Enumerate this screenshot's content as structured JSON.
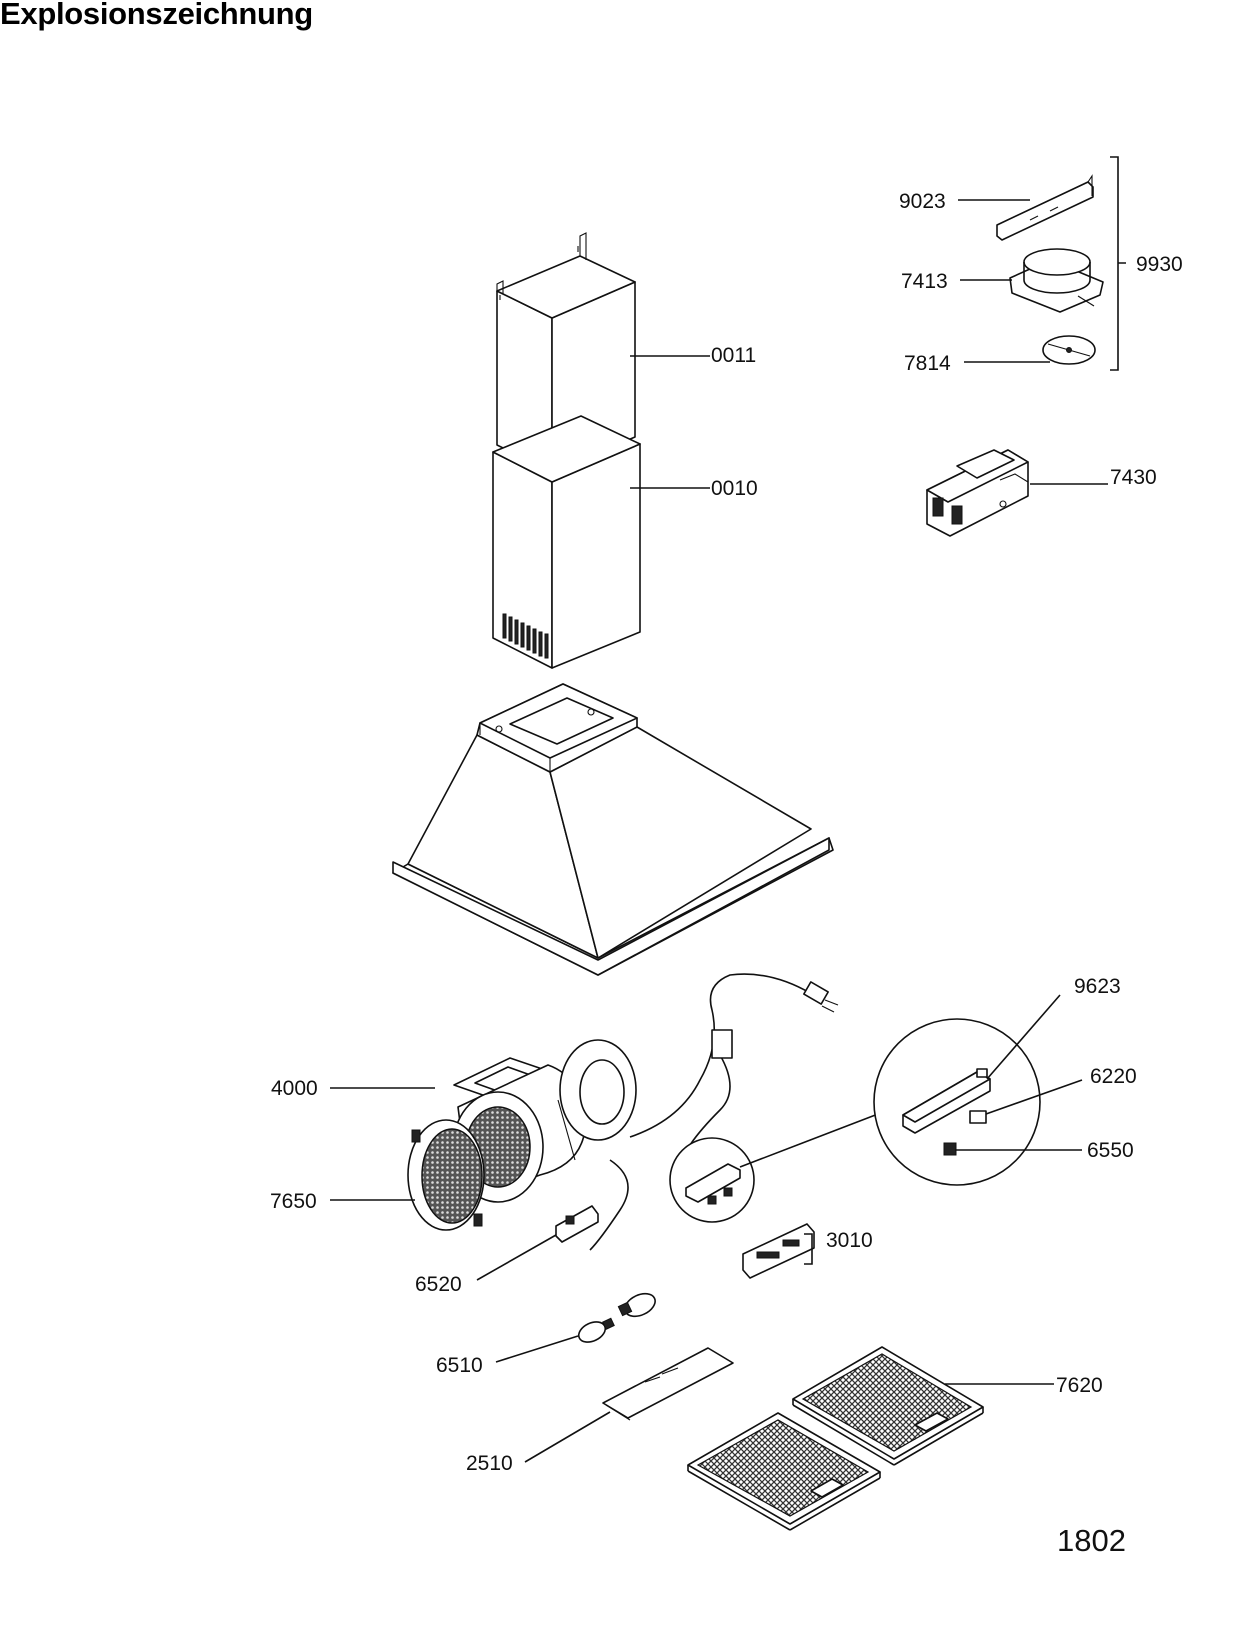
{
  "title": "Explosionszeichnung",
  "page_number": "1802",
  "labels": {
    "p9023": "9023",
    "p7413": "7413",
    "p7814": "7814",
    "p9930": "9930",
    "p0011": "0011",
    "p0010": "0010",
    "p7430": "7430",
    "p9623": "9623",
    "p6220": "6220",
    "p6550": "6550",
    "p4000": "4000",
    "p7650": "7650",
    "p6520": "6520",
    "p3010": "3010",
    "p6510": "6510",
    "p7620": "7620",
    "p2510": "2510"
  }
}
